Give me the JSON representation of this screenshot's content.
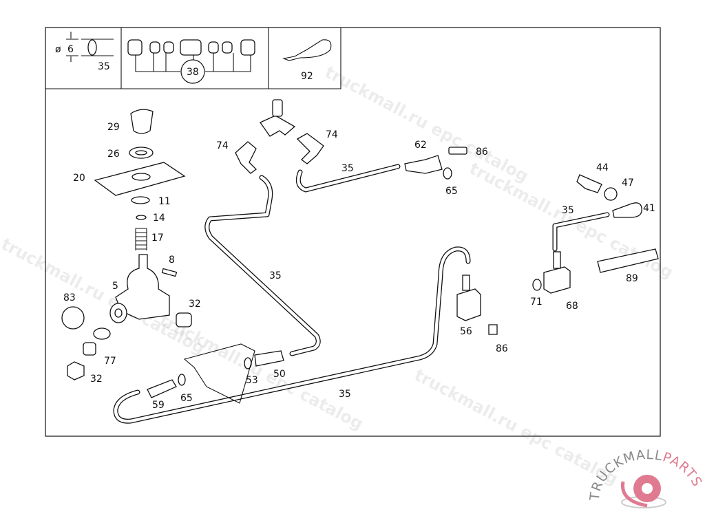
{
  "diagram": {
    "header_cells": {
      "tube": {
        "diameter_symbol": "ø",
        "diameter": "6",
        "part": "35"
      },
      "fittings": {
        "part": "38"
      },
      "tie": {
        "part": "92"
      }
    },
    "callouts": [
      "29",
      "26",
      "20",
      "11",
      "14",
      "17",
      "8",
      "5",
      "83",
      "32",
      "77",
      "32",
      "74",
      "74",
      "62",
      "86",
      "35",
      "65",
      "35",
      "53",
      "50",
      "59",
      "65",
      "35",
      "56",
      "86",
      "44",
      "47",
      "35",
      "41",
      "89",
      "71",
      "68"
    ],
    "watermark": "truckmall.ru epc catalog",
    "logo": {
      "text_gray": "TRUCKMALL",
      "text_pink": "PARTS",
      "accent": "#e07a90"
    }
  }
}
